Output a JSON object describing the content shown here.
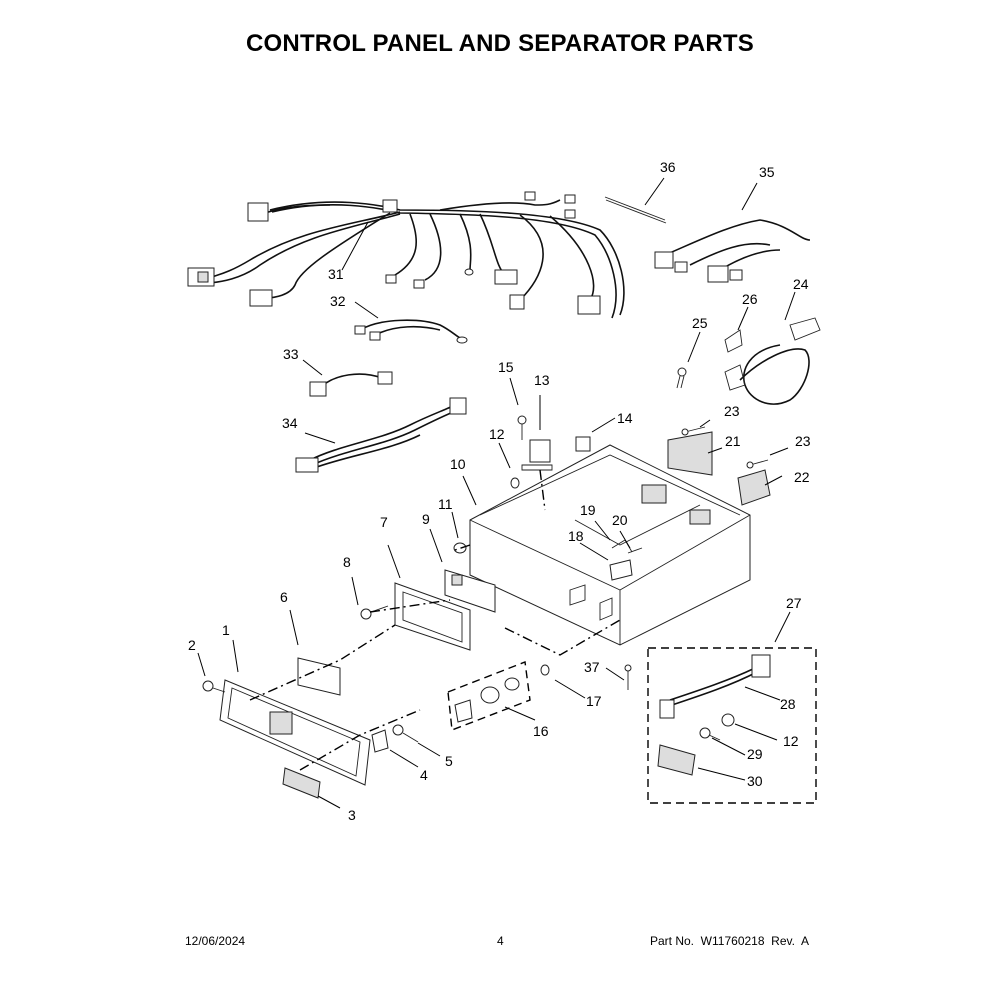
{
  "title": "CONTROL PANEL AND SEPARATOR PARTS",
  "callouts": [
    "1",
    "2",
    "3",
    "4",
    "5",
    "6",
    "7",
    "8",
    "9",
    "10",
    "11",
    "12",
    "12",
    "13",
    "14",
    "15",
    "16",
    "17",
    "18",
    "19",
    "20",
    "21",
    "22",
    "23",
    "23",
    "24",
    "25",
    "26",
    "27",
    "28",
    "29",
    "30",
    "31",
    "32",
    "33",
    "34",
    "35",
    "36",
    "37"
  ],
  "footer": {
    "date": "12/06/2024",
    "page": "4",
    "part": "Part No.  W11760218  Rev.  A"
  }
}
